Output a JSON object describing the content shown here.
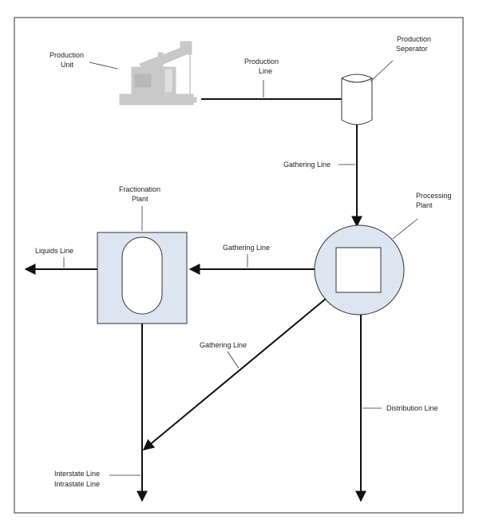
{
  "labels": {
    "production_unit": [
      "Production",
      "Unit"
    ],
    "production_line": [
      "Production",
      "Line"
    ],
    "production_separator": [
      "Production",
      "Seperator"
    ],
    "gathering_line_top": "Gathering Line",
    "processing_plant": [
      "Processing",
      "Plant"
    ],
    "fractionation_plant": [
      "Fractionation",
      "Plant"
    ],
    "gathering_line_mid": "Gathering Line",
    "liquids_line": "Liquids Line",
    "gathering_line_diag": "Gathering Line",
    "distribution_line": "Distribution Line",
    "interstate_line": "Interstate Line",
    "intrastate_line": "Intrastate Line"
  },
  "icons": {
    "pumpjack": "pumpjack-icon"
  },
  "colors": {
    "frame": "#555555",
    "line": "#111111",
    "plant_fill": "#dde5f0",
    "pump_gray": "#c9c9c9",
    "separator_fill": "#ffffff"
  }
}
